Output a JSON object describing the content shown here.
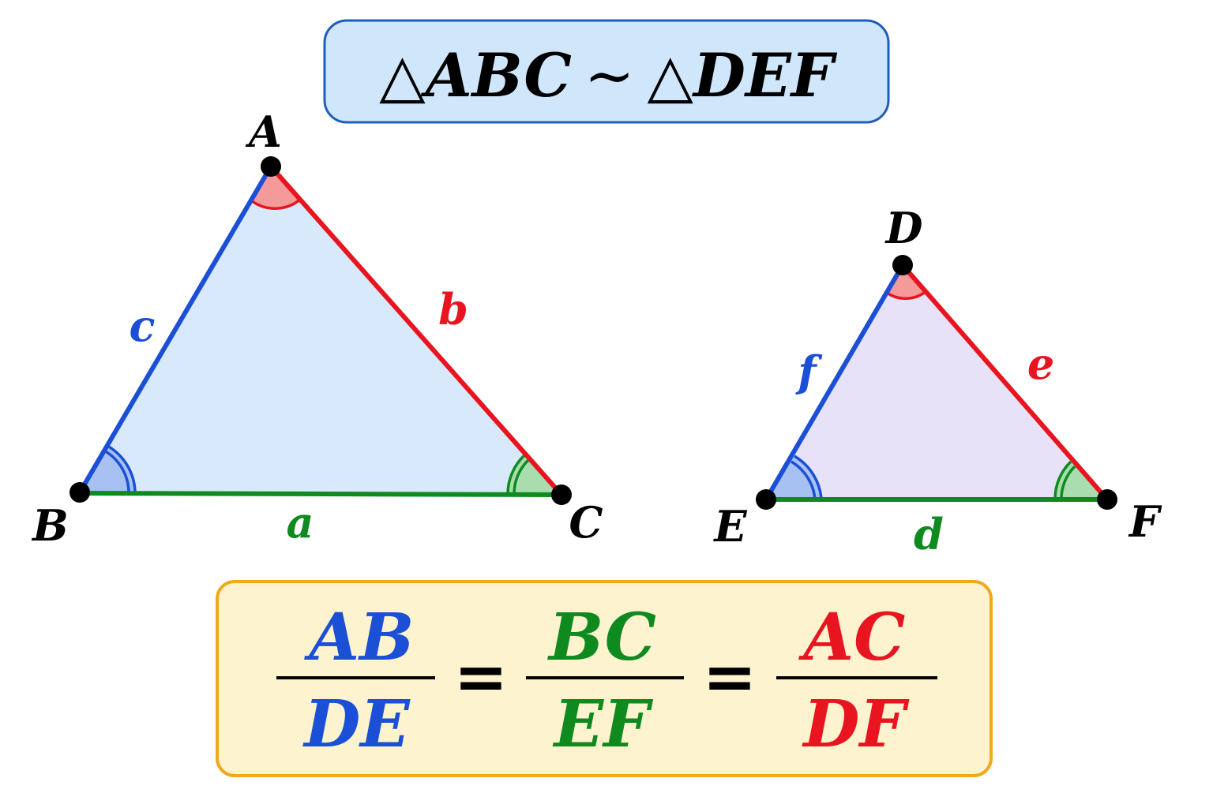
{
  "title": {
    "prefix_symbol": "△",
    "left": "ABC",
    "similar_symbol": "∼",
    "right": "DEF"
  },
  "triangle1": {
    "vertices": {
      "A": "A",
      "B": "B",
      "C": "C"
    },
    "sides": {
      "a": "a",
      "b": "b",
      "c": "c"
    }
  },
  "triangle2": {
    "vertices": {
      "D": "D",
      "E": "E",
      "F": "F"
    },
    "sides": {
      "d": "d",
      "e": "e",
      "f": "f"
    }
  },
  "ratios": {
    "r1": {
      "num": "AB",
      "den": "DE"
    },
    "r2": {
      "num": "BC",
      "den": "EF"
    },
    "r3": {
      "num": "AC",
      "den": "DF"
    },
    "equals": "="
  },
  "colors": {
    "blue": "#1a4fd6",
    "green": "#0f8a1f",
    "red": "#e8141f",
    "title_fill": "#cfe6fb",
    "title_border": "#1f5fb8",
    "formula_fill": "#fdf3cf",
    "formula_border": "#f0a81c",
    "tri1_fill": "#d8e9fb",
    "tri2_fill": "#e7e2f7"
  }
}
